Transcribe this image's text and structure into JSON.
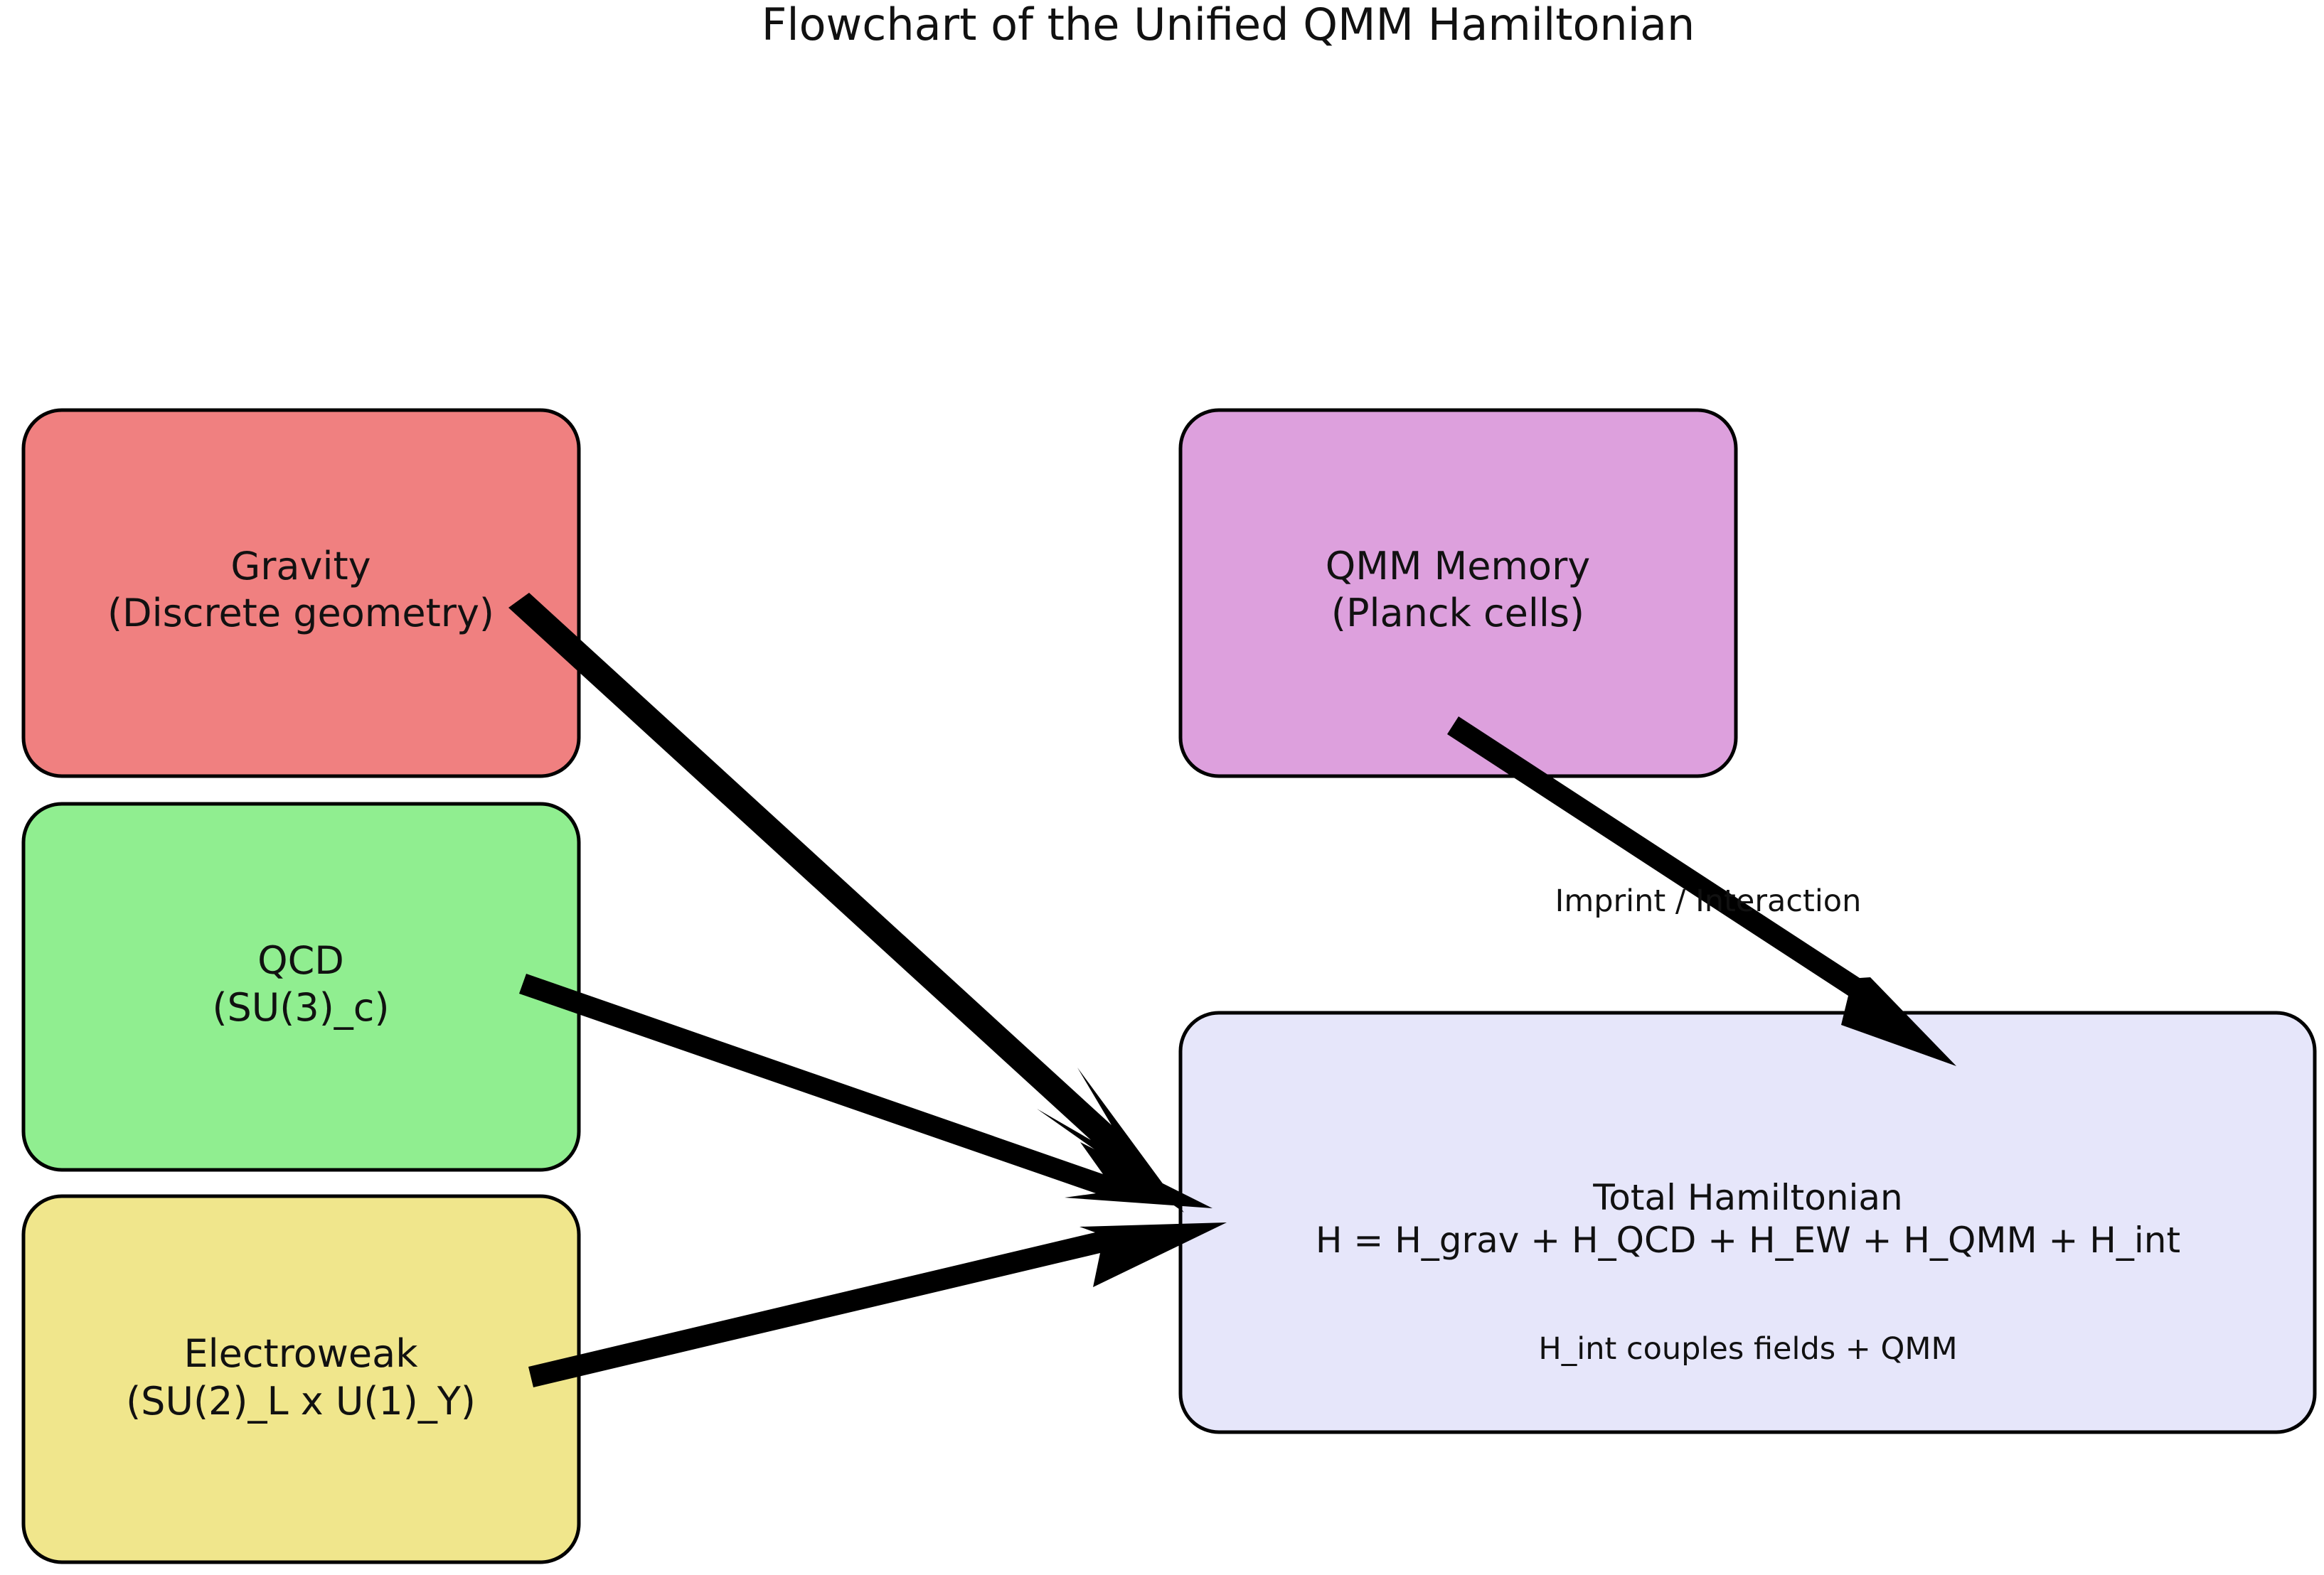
{
  "title": "Flowchart of the Unified QMM Hamiltonian",
  "colors": {
    "gravity": "#F08080",
    "qcd": "#90EE90",
    "electroweak": "#F0E68C",
    "qmm": "#DDA0DD",
    "total": "#E6E6FA",
    "stroke": "#000000"
  },
  "nodes": {
    "gravity": {
      "line1": "Gravity",
      "line2": "(Discrete geometry)"
    },
    "qcd": {
      "line1": "QCD",
      "line2": "(SU(3)_c)"
    },
    "electroweak": {
      "line1": "Electroweak",
      "line2": "(SU(2)_L x U(1)_Y)"
    },
    "qmm": {
      "line1": "QMM Memory",
      "line2": "(Planck cells)"
    },
    "total": {
      "line1": "Total Hamiltonian",
      "line2": "H = H_grav + H_QCD + H_EW + H_QMM + H_int",
      "note": "H_int couples fields + QMM"
    }
  },
  "edges": [
    {
      "from": "gravity",
      "to": "total"
    },
    {
      "from": "qcd",
      "to": "total"
    },
    {
      "from": "electroweak",
      "to": "total"
    },
    {
      "from": "qmm",
      "to": "total",
      "label": "Imprint / Interaction"
    }
  ]
}
